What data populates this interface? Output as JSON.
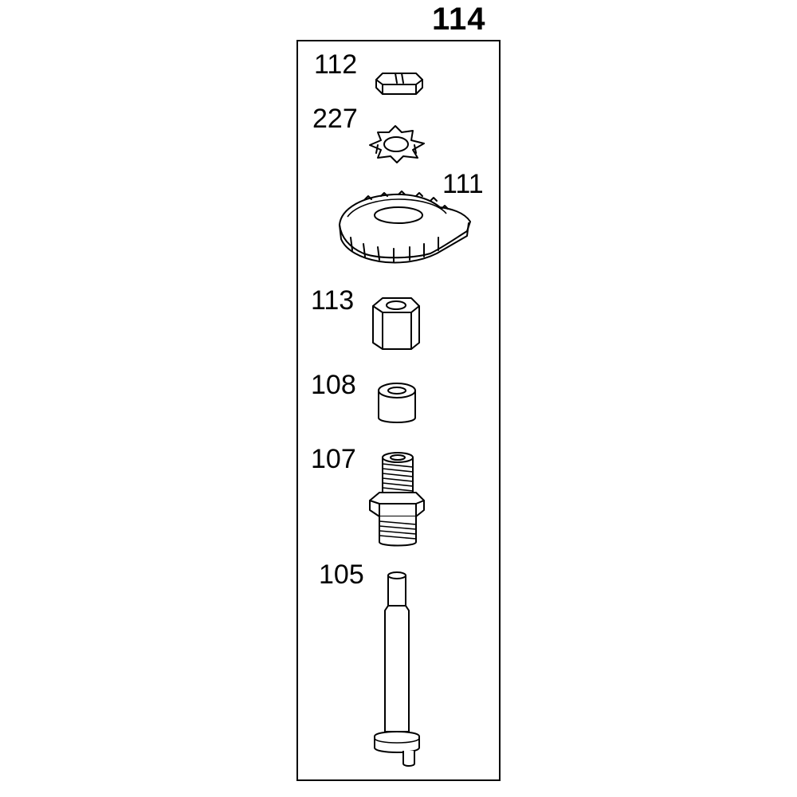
{
  "assembly": {
    "number": "114"
  },
  "parts": [
    {
      "id": "nut_small",
      "callout": "112",
      "icon": "slotted-hex-nut-icon"
    },
    {
      "id": "washer",
      "callout": "227",
      "icon": "lock-washer-icon"
    },
    {
      "id": "gear",
      "callout": "111",
      "icon": "gear-icon"
    },
    {
      "id": "nut_large",
      "callout": "113",
      "icon": "hex-nut-icon"
    },
    {
      "id": "bushing",
      "callout": "108",
      "icon": "bushing-icon"
    },
    {
      "id": "fitting",
      "callout": "107",
      "icon": "threaded-fitting-icon"
    },
    {
      "id": "shaft",
      "callout": "105",
      "icon": "shaft-icon"
    }
  ]
}
